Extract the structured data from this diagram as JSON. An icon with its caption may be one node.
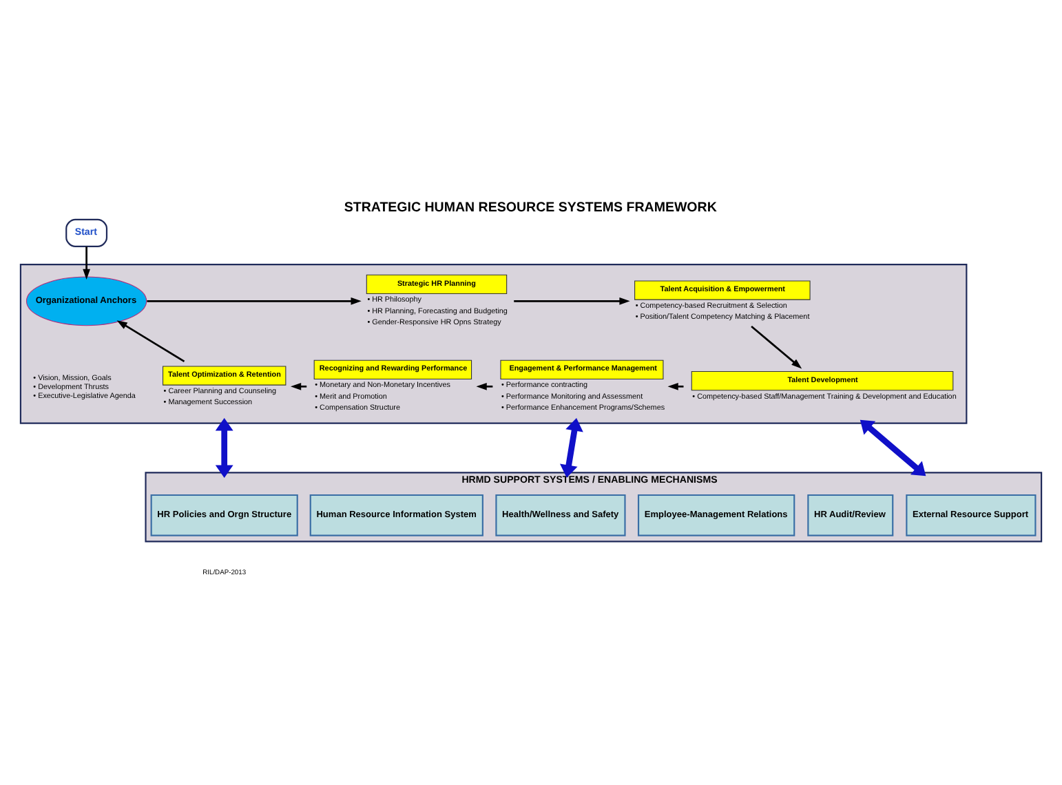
{
  "diagram": {
    "title": "STRATEGIC HUMAN RESOURCE SYSTEMS FRAMEWORK",
    "nodes": [
      {
        "text": [
          "Start"
        ]
      },
      {
        "text": [],
        "shape": "box"
      },
      {
        "text": [
          "Organizational Anchors"
        ],
        "in": 1,
        "beside": [
          "• Vision, Mission, Goals",
          "• Development Thrusts",
          "• Executive-Legislative Agenda"
        ]
      },
      {
        "text": [
          "Strategic HR Planning"
        ],
        "in": 1,
        "beside": [
          "• HR Philosophy",
          "• HR Planning, Forecasting and Budgeting",
          "• Gender-Responsive HR Opns Strategy"
        ]
      },
      {
        "text": [
          "Talent Acquisition & Empowerment"
        ],
        "in": 1,
        "beside": [
          "• Competency-based Recruitment & Selection",
          "• Position/Talent Competency Matching & Placement"
        ]
      },
      {
        "text": [
          "Talent Development"
        ],
        "in": 1,
        "beside": [
          "• Competency-based Staff/Management Training & Development and Education"
        ]
      },
      {
        "text": [
          "Engagement & Performance Management"
        ],
        "in": 1,
        "beside": [
          "• Performance contracting",
          "• Performance Monitoring and Assessment",
          "• Performance Enhancement Programs/Schemes"
        ]
      },
      {
        "text": [
          "Recognizing and Rewarding Performance"
        ],
        "in": 1,
        "beside": [
          "• Monetary and Non-Monetary Incentives",
          "• Merit and Promotion",
          "• Compensation Structure"
        ]
      },
      {
        "text": [
          "Talent Optimization & Retention"
        ],
        "in": 1,
        "beside": [
          "• Career Planning and Counseling",
          "• Management Succession"
        ]
      },
      {
        "text": [
          "HRMD SUPPORT SYSTEMS / ENABLING MECHANISMS"
        ]
      },
      {
        "text": [
          "HR Policies and Orgn Structure"
        ],
        "in": 9
      },
      {
        "text": [
          "Human Resource Information System"
        ],
        "in": 9
      },
      {
        "text": [
          "Health/Wellness and Safety"
        ],
        "in": 9
      },
      {
        "text": [
          "Employee-Management Relations"
        ],
        "in": 9
      },
      {
        "text": [
          "HR Audit/Review"
        ],
        "in": 9
      },
      {
        "text": [
          "External Resource Support"
        ],
        "in": 9
      }
    ],
    "edges": [
      {
        "from": 0,
        "to": 2,
        "arrow": "to"
      },
      {
        "from": 2,
        "to": 3,
        "arrow": "to"
      },
      {
        "from": 3,
        "to": 4,
        "arrow": "to"
      },
      {
        "from": 4,
        "to": 5,
        "arrow": "to"
      },
      {
        "from": 5,
        "to": 6,
        "arrow": "to"
      },
      {
        "from": 6,
        "to": 7,
        "arrow": "to"
      },
      {
        "from": 7,
        "to": 8,
        "arrow": "to"
      },
      {
        "from": 8,
        "to": 2,
        "arrow": "to"
      },
      {
        "from": 1,
        "to": 9,
        "arrow": "both",
        "style": "thick",
        "color": "#1010c8"
      },
      {
        "from": 1,
        "to": 9,
        "arrow": "both",
        "style": "thick",
        "color": "#1010c8"
      },
      {
        "from": 1,
        "to": 9,
        "arrow": "both",
        "style": "thick",
        "color": "#1010c8"
      }
    ],
    "labels": [
      "RIL/DAP-2013"
    ]
  }
}
